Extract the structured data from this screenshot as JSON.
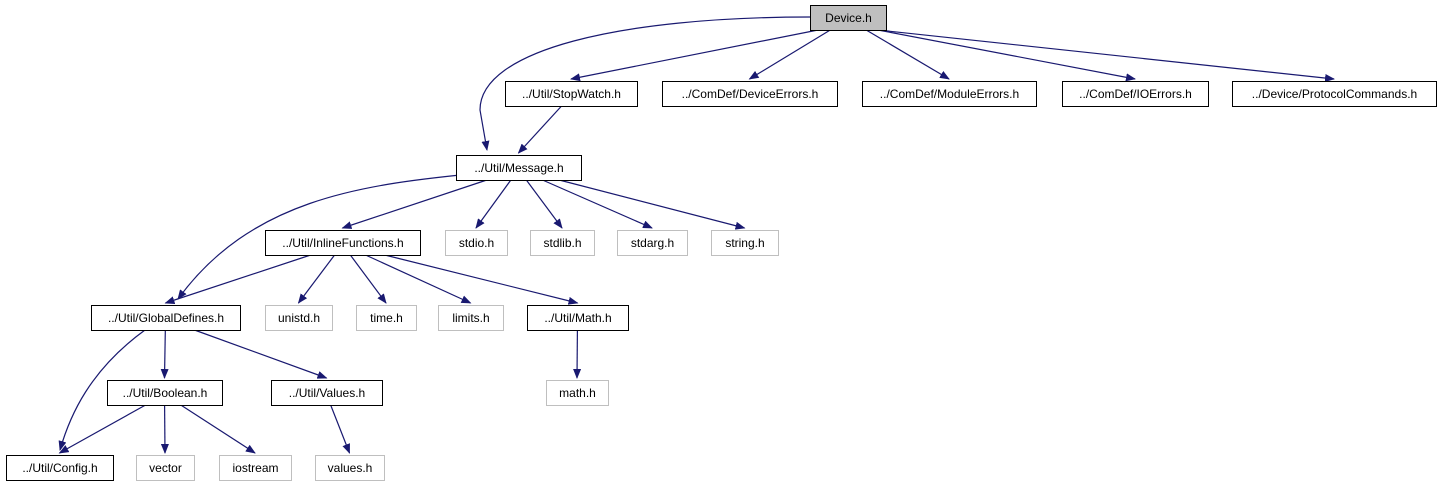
{
  "colors": {
    "edge": "#191970",
    "border_local": "#000000",
    "border_system": "#bfbfbf",
    "root_fill": "#bfbfbf",
    "node_fill": "#ffffff"
  },
  "nodes": [
    {
      "id": "device_h",
      "label": "Device.h",
      "kind": "root"
    },
    {
      "id": "stopwatch_h",
      "label": "../Util/StopWatch.h",
      "kind": "local"
    },
    {
      "id": "deviceerrors_h",
      "label": "../ComDef/DeviceErrors.h",
      "kind": "local"
    },
    {
      "id": "moduleerrors_h",
      "label": "../ComDef/ModuleErrors.h",
      "kind": "local"
    },
    {
      "id": "ioerrors_h",
      "label": "../ComDef/IOErrors.h",
      "kind": "local"
    },
    {
      "id": "protocolcommands_h",
      "label": "../Device/ProtocolCommands.h",
      "kind": "local"
    },
    {
      "id": "message_h",
      "label": "../Util/Message.h",
      "kind": "local"
    },
    {
      "id": "inlinefunctions_h",
      "label": "../Util/InlineFunctions.h",
      "kind": "local"
    },
    {
      "id": "stdio_h",
      "label": "stdio.h",
      "kind": "system"
    },
    {
      "id": "stdlib_h",
      "label": "stdlib.h",
      "kind": "system"
    },
    {
      "id": "stdarg_h",
      "label": "stdarg.h",
      "kind": "system"
    },
    {
      "id": "string_h",
      "label": "string.h",
      "kind": "system"
    },
    {
      "id": "globaldefines_h",
      "label": "../Util/GlobalDefines.h",
      "kind": "local"
    },
    {
      "id": "unistd_h",
      "label": "unistd.h",
      "kind": "system"
    },
    {
      "id": "time_h",
      "label": "time.h",
      "kind": "system"
    },
    {
      "id": "limits_h",
      "label": "limits.h",
      "kind": "system"
    },
    {
      "id": "math_util_h",
      "label": "../Util/Math.h",
      "kind": "local"
    },
    {
      "id": "math_h",
      "label": "math.h",
      "kind": "system"
    },
    {
      "id": "boolean_h",
      "label": "../Util/Boolean.h",
      "kind": "local"
    },
    {
      "id": "values_util_h",
      "label": "../Util/Values.h",
      "kind": "local"
    },
    {
      "id": "config_h",
      "label": "../Util/Config.h",
      "kind": "local"
    },
    {
      "id": "vector",
      "label": "vector",
      "kind": "system"
    },
    {
      "id": "iostream",
      "label": "iostream",
      "kind": "system"
    },
    {
      "id": "values_h",
      "label": "values.h",
      "kind": "system"
    }
  ],
  "edges": [
    {
      "from": "device_h",
      "to": "message_h"
    },
    {
      "from": "device_h",
      "to": "stopwatch_h"
    },
    {
      "from": "device_h",
      "to": "deviceerrors_h"
    },
    {
      "from": "device_h",
      "to": "moduleerrors_h"
    },
    {
      "from": "device_h",
      "to": "ioerrors_h"
    },
    {
      "from": "device_h",
      "to": "protocolcommands_h"
    },
    {
      "from": "stopwatch_h",
      "to": "message_h"
    },
    {
      "from": "message_h",
      "to": "globaldefines_h"
    },
    {
      "from": "message_h",
      "to": "inlinefunctions_h"
    },
    {
      "from": "message_h",
      "to": "stdio_h"
    },
    {
      "from": "message_h",
      "to": "stdlib_h"
    },
    {
      "from": "message_h",
      "to": "stdarg_h"
    },
    {
      "from": "message_h",
      "to": "string_h"
    },
    {
      "from": "inlinefunctions_h",
      "to": "globaldefines_h"
    },
    {
      "from": "inlinefunctions_h",
      "to": "unistd_h"
    },
    {
      "from": "inlinefunctions_h",
      "to": "time_h"
    },
    {
      "from": "inlinefunctions_h",
      "to": "limits_h"
    },
    {
      "from": "inlinefunctions_h",
      "to": "math_util_h"
    },
    {
      "from": "math_util_h",
      "to": "math_h"
    },
    {
      "from": "globaldefines_h",
      "to": "config_h"
    },
    {
      "from": "globaldefines_h",
      "to": "boolean_h"
    },
    {
      "from": "globaldefines_h",
      "to": "values_util_h"
    },
    {
      "from": "boolean_h",
      "to": "config_h"
    },
    {
      "from": "boolean_h",
      "to": "vector"
    },
    {
      "from": "boolean_h",
      "to": "iostream"
    },
    {
      "from": "values_util_h",
      "to": "values_h"
    }
  ]
}
